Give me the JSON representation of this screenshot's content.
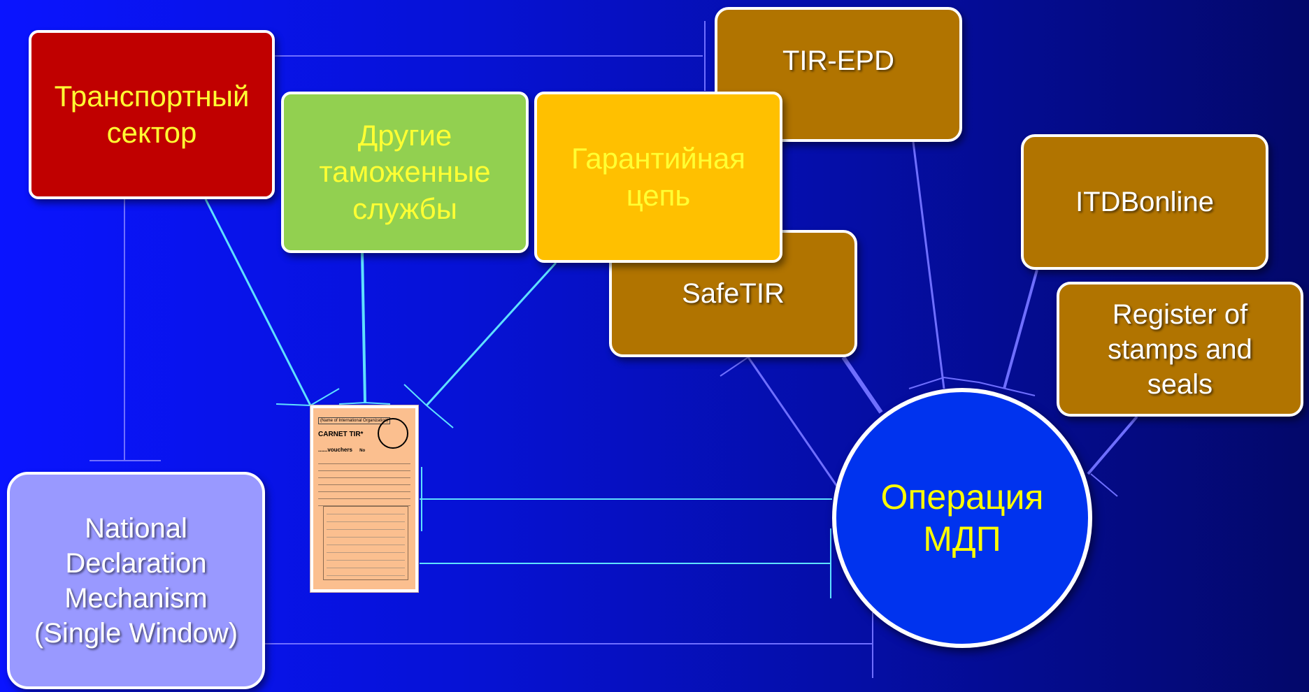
{
  "boxes": {
    "transport": "Транспортный\nсектор",
    "other_customs": "Другие\nтаможенные\nслужбы",
    "guarantee_chain": "Гарантийная\nцепь",
    "tir_epd": "TIR-EPD",
    "safetir": "SafeTIR",
    "itdbonline": "ITDBonline",
    "register": "Register of\nstamps and\nseals",
    "national": "National\nDeclaration\nMechanism\n(Single Window)"
  },
  "central": {
    "label": "Операция\nМДП"
  },
  "carnet": {
    "org_label": "(Name of International Organization)",
    "title": "CARNET TIR*",
    "vouchers": "......vouchers",
    "number": "No"
  },
  "colors": {
    "background_left": "#0a14ff",
    "background_right": "#03086a",
    "transport_fill": "#c00000",
    "customs_fill": "#92d050",
    "guarantee_fill": "#ffc000",
    "brown_fill": "#b17400",
    "national_fill": "#9999ff",
    "central_fill": "#0033ee",
    "connector_cyan": "#5fe0ff",
    "connector_violet": "#6f6fff"
  }
}
